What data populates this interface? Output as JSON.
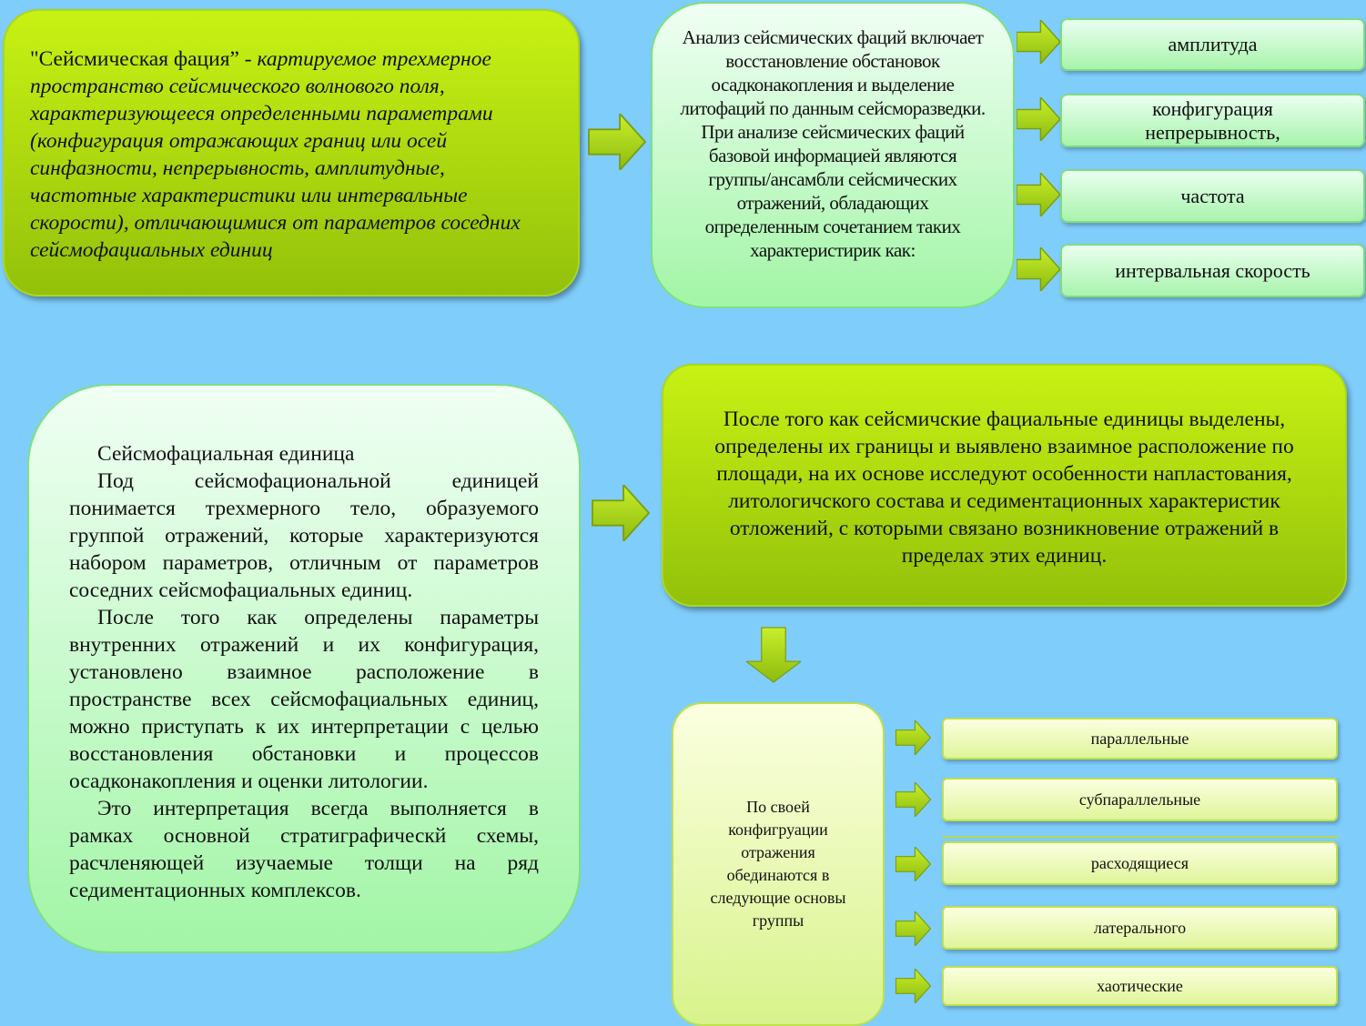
{
  "definition": {
    "term": "\"Сейсмическая фация” - ",
    "text": "картируемое трехмерное пространство сейсмического волнового поля, характеризующееся определенными параметрами (конфигурация отражающих границ или осей синфазности, непрерывность,  амплитудные, частотные характеристики или интервальные скорости), отличающимися от параметров соседних сейсмофациальных единиц"
  },
  "analysis": {
    "p1": "Анализ сейсмических фаций включает восстановление обстановок осадконакопления и выделение литофаций по данным сейсморазведки.",
    "p2": "При анализе сейсмических фаций базовой информацией являются группы/ансамбли сейсмических отражений, обладающих определенным сочетанием таких характеристирик как:"
  },
  "characteristics": [
    "амплитуда",
    "конфигурация непрерывность,",
    "частота",
    "интервальная скорость"
  ],
  "unit": {
    "title": "Сейсмофациальная единица",
    "p1": "Под сейсмофациональной единицей понимается трехмерного тело, образуемого группой отражений, которые характеризуются набором параметров, отличным от параметров соседних сейсмофациальных единиц.",
    "p2": "После того как определены параметры внутренних отражений и их конфигурация, установлено взаимное расположение в пространстве всех сейсмофациальных единиц, можно приступать к их интерпретации с целью восстановления обстановки и процессов осадконакопления и оценки литологии.",
    "p3": "Это интерпретация всегда выполняется в рамках основной стратиграфическй схемы, расчленяющей изучаемые толщи на ряд седиментационных комплексов."
  },
  "after": "После того как сейсмичские фациальные  единицы выделены, определены их границы и выявлено взаимное расположение по площади, на их основе исследуют особенности напластования, литологичского состава и седиментационных характеристик отложений, с которыми связано возникновение отражений в пределах этих единиц.",
  "groups_label": "По своей конфигруации отражения обединаются в следующие основы группы",
  "groups": [
    "параллельные",
    "субпараллельные",
    "расходящиеся",
    "латерального",
    "хаотические"
  ]
}
